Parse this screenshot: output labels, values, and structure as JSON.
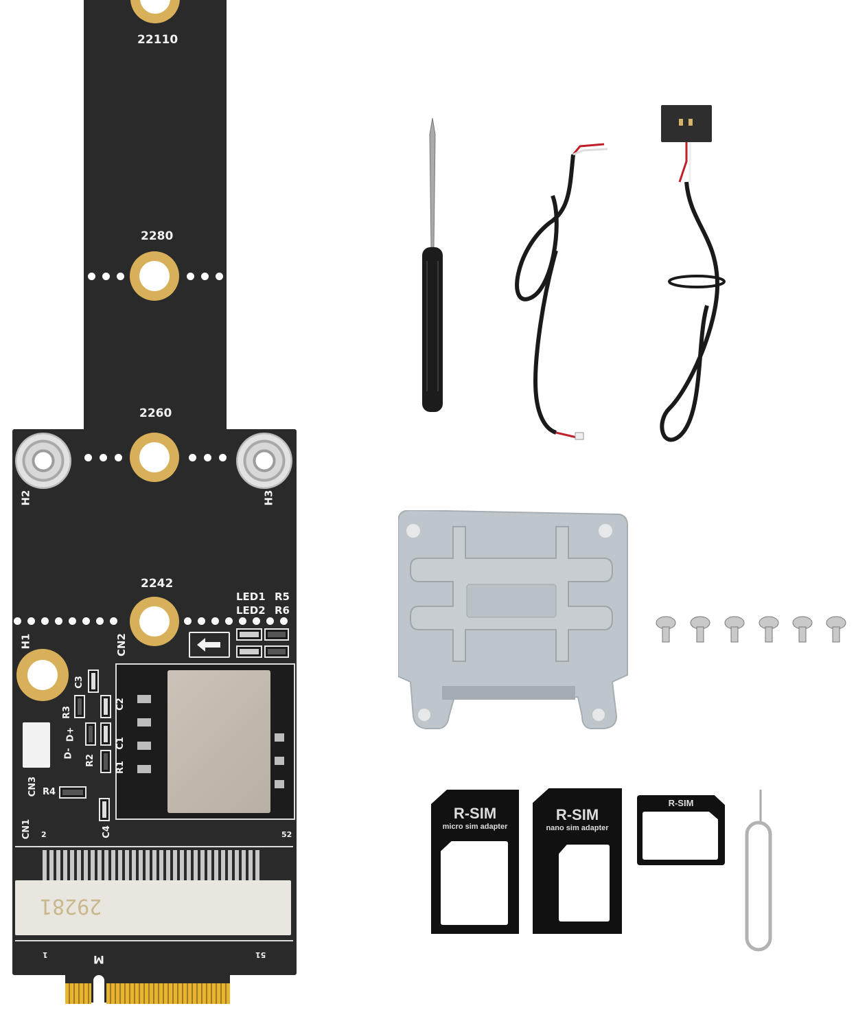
{
  "scene": {
    "description": "Product photo: M.2 (NGFF) to Mini PCIe adapter board with SIM slot and accessories",
    "background": "#ffffff"
  },
  "pcb": {
    "length_marks": [
      "22110",
      "2280",
      "2260",
      "2242"
    ],
    "mount_labels": {
      "h1": "H1",
      "h2": "H2",
      "h3": "H3"
    },
    "component_labels": {
      "led1": "LED1",
      "led2": "LED2",
      "r5": "R5",
      "r6": "R6",
      "cn1": "CN1",
      "cn2": "CN2",
      "cn3": "CN3",
      "c1": "C1",
      "c2": "C2",
      "c3": "C3",
      "c4": "C4",
      "r1": "R1",
      "r2": "R2",
      "r3": "R3",
      "r4": "R4",
      "d_minus": "D-",
      "d_plus": "D+"
    },
    "pin_labels": {
      "pin2": "2",
      "pin52": "52",
      "pin1": "1",
      "pin51": "51"
    },
    "key_label": "M",
    "slot_marking": "29281",
    "colors": {
      "board": "#2a2a2a",
      "gold": "#d9b05a",
      "silkscreen": "#f2f2f2",
      "slot": "#e9e6df"
    }
  },
  "accessories": {
    "screwdriver": "precision screwdriver",
    "cable_1": "2-pin JST cable (red/white)",
    "cable_2": "USB header cable with 2x5 dupont connector",
    "bracket": "mini PCIe half-to-full height bracket",
    "screw_count": 6,
    "sim_pin": "SIM eject pin"
  },
  "sim_adapters": [
    {
      "brand": "R-SIM",
      "subtitle": "micro sim adapter"
    },
    {
      "brand": "R-SIM",
      "subtitle": "nano sim adapter"
    },
    {
      "brand": "R-SIM",
      "subtitle": ""
    }
  ]
}
